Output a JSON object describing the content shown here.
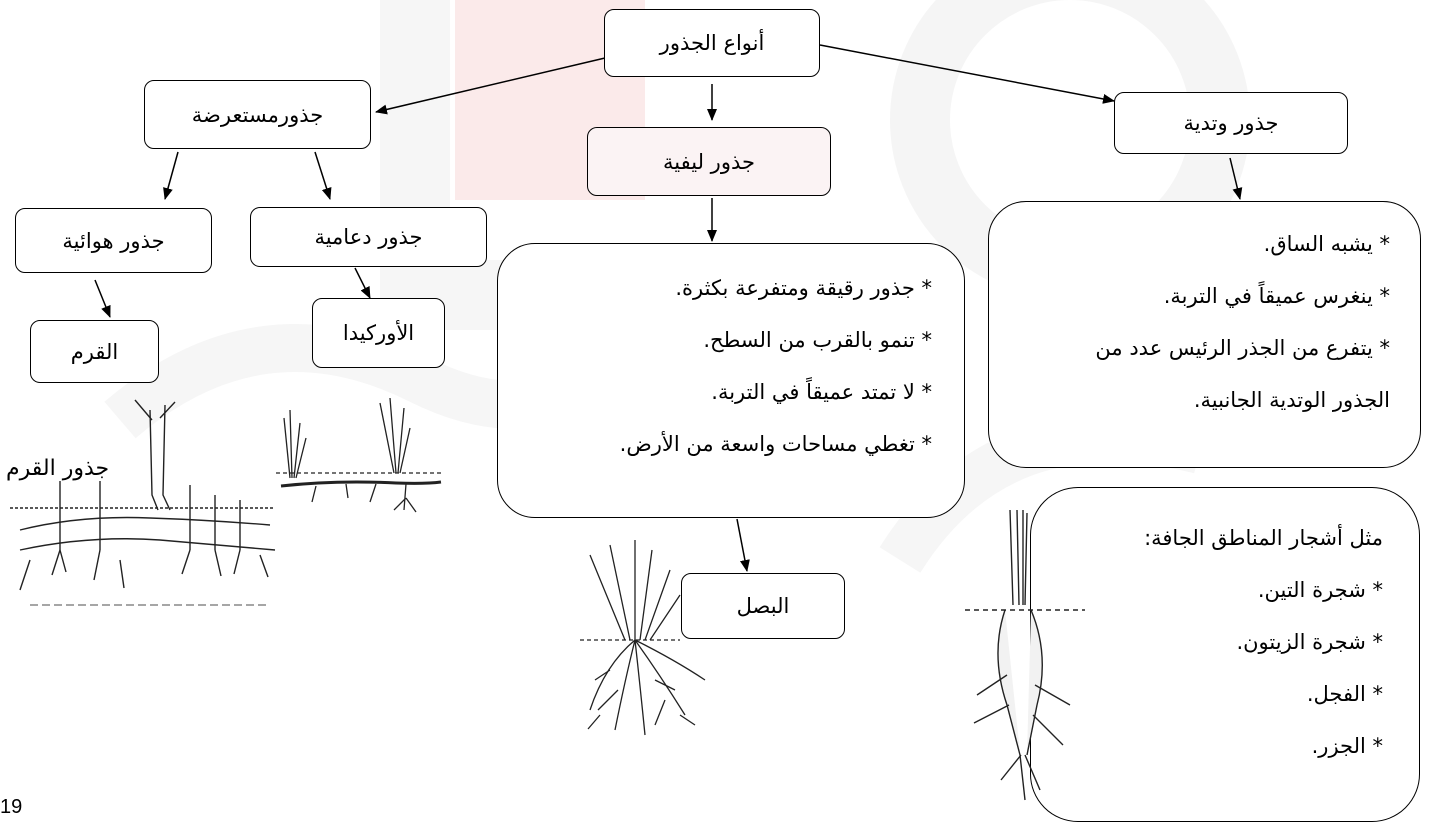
{
  "root": "أنواع الجذور",
  "level1": {
    "horizontal": "جذورمستعرضة",
    "fibrous": "جذور ليفية",
    "taproot": "جذور وتدية"
  },
  "horizontal_children": {
    "aerial": "جذور هوائية",
    "prop": "جذور دعامية"
  },
  "examples": {
    "aerial": "القرم",
    "prop": "الأوركيدا",
    "fibrous": "البصل"
  },
  "fibrous_traits": [
    "* جذور رقيقة ومتفرعة بكثرة.",
    "* تنمو بالقرب من السطح.",
    "* لا تمتد عميقاً في التربة.",
    "* تغطي مساحات واسعة من الأرض."
  ],
  "taproot_traits": [
    "* يشبه الساق.",
    "* ينغرس عميقاً في التربة.",
    "* يتفرع من الجذر الرئيس عدد من",
    "الجذور الوتدية الجانبية."
  ],
  "taproot_examples": {
    "heading": "مثل أشجار المناطق الجافة:",
    "items": [
      "* شجرة التين.",
      "* شجرة الزيتون.",
      "* الفجل.",
      "* الجزر."
    ]
  },
  "illustration_label": "جذور القرم",
  "page_number": "19"
}
